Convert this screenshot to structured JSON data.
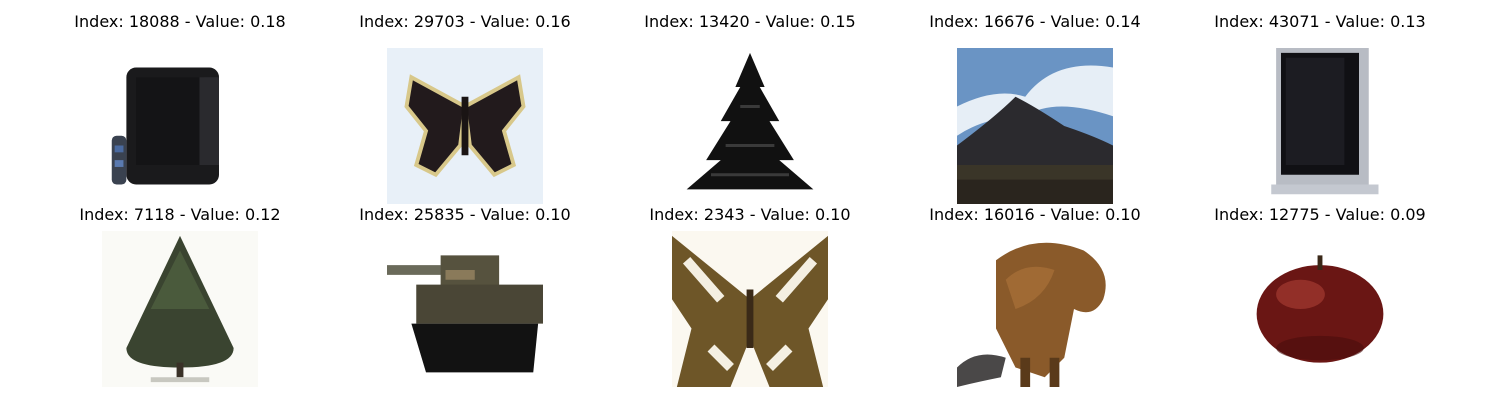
{
  "grid": {
    "panels": [
      {
        "title": "Index: 18088 - Value: 0.18",
        "subject": "television"
      },
      {
        "title": "Index: 29703 - Value: 0.16",
        "subject": "butterfly"
      },
      {
        "title": "Index: 13420 - Value: 0.15",
        "subject": "pine-tree"
      },
      {
        "title": "Index: 16676 - Value: 0.14",
        "subject": "mountain"
      },
      {
        "title": "Index: 43071 - Value: 0.13",
        "subject": "television"
      },
      {
        "title": "Index: 7118 - Value: 0.12",
        "subject": "tree"
      },
      {
        "title": "Index: 25835 - Value: 0.10",
        "subject": "tank"
      },
      {
        "title": "Index: 2343 - Value: 0.10",
        "subject": "butterfly"
      },
      {
        "title": "Index: 16016 - Value: 0.10",
        "subject": "animal"
      },
      {
        "title": "Index: 12775 - Value: 0.09",
        "subject": "apple"
      }
    ]
  }
}
